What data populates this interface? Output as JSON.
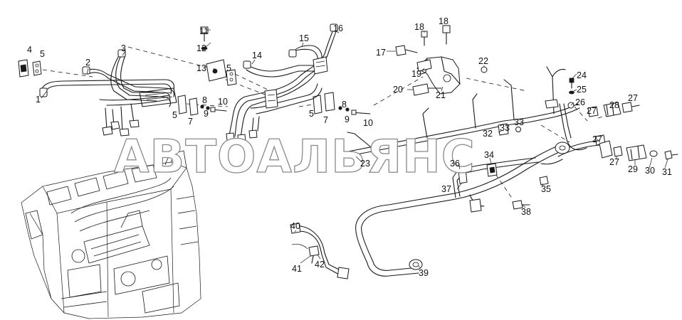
{
  "watermark": {
    "text": "АВТОАЛЬЯНС",
    "color": "#8a8a8a"
  },
  "callouts": [
    {
      "id": "c1",
      "label": "1"
    },
    {
      "id": "c2",
      "label": "2"
    },
    {
      "id": "c3",
      "label": "3"
    },
    {
      "id": "c4",
      "label": "4"
    },
    {
      "id": "c5a",
      "label": "5"
    },
    {
      "id": "c5b",
      "label": "5"
    },
    {
      "id": "c5c",
      "label": "5"
    },
    {
      "id": "c5d",
      "label": "5"
    },
    {
      "id": "c7a",
      "label": "7"
    },
    {
      "id": "c7b",
      "label": "7"
    },
    {
      "id": "c8a",
      "label": "8"
    },
    {
      "id": "c8b",
      "label": "8"
    },
    {
      "id": "c9a",
      "label": "9"
    },
    {
      "id": "c9b",
      "label": "9"
    },
    {
      "id": "c10a",
      "label": "10"
    },
    {
      "id": "c10b",
      "label": "10"
    },
    {
      "id": "c11",
      "label": "11"
    },
    {
      "id": "c12",
      "label": "12"
    },
    {
      "id": "c13",
      "label": "13"
    },
    {
      "id": "c14",
      "label": "14"
    },
    {
      "id": "c15",
      "label": "15"
    },
    {
      "id": "c16",
      "label": "16"
    },
    {
      "id": "c17",
      "label": "17"
    },
    {
      "id": "c18a",
      "label": "18"
    },
    {
      "id": "c18b",
      "label": "18"
    },
    {
      "id": "c19",
      "label": "19"
    },
    {
      "id": "c20",
      "label": "20"
    },
    {
      "id": "c21",
      "label": "21"
    },
    {
      "id": "c22",
      "label": "22"
    },
    {
      "id": "c23",
      "label": "23"
    },
    {
      "id": "c24",
      "label": "24"
    },
    {
      "id": "c25",
      "label": "25"
    },
    {
      "id": "c26",
      "label": "26"
    },
    {
      "id": "c27a",
      "label": "27"
    },
    {
      "id": "c27b",
      "label": "27"
    },
    {
      "id": "c27c",
      "label": "27"
    },
    {
      "id": "c27d",
      "label": "27"
    },
    {
      "id": "c28",
      "label": "28"
    },
    {
      "id": "c29",
      "label": "29"
    },
    {
      "id": "c30",
      "label": "30"
    },
    {
      "id": "c31",
      "label": "31"
    },
    {
      "id": "c32",
      "label": "32"
    },
    {
      "id": "c33a",
      "label": "33"
    },
    {
      "id": "c33b",
      "label": "33"
    },
    {
      "id": "c34",
      "label": "34"
    },
    {
      "id": "c35",
      "label": "35"
    },
    {
      "id": "c36",
      "label": "36"
    },
    {
      "id": "c37",
      "label": "37"
    },
    {
      "id": "c38",
      "label": "38"
    },
    {
      "id": "c39",
      "label": "39"
    },
    {
      "id": "c40",
      "label": "40"
    },
    {
      "id": "c41",
      "label": "41"
    },
    {
      "id": "c42",
      "label": "42"
    }
  ]
}
